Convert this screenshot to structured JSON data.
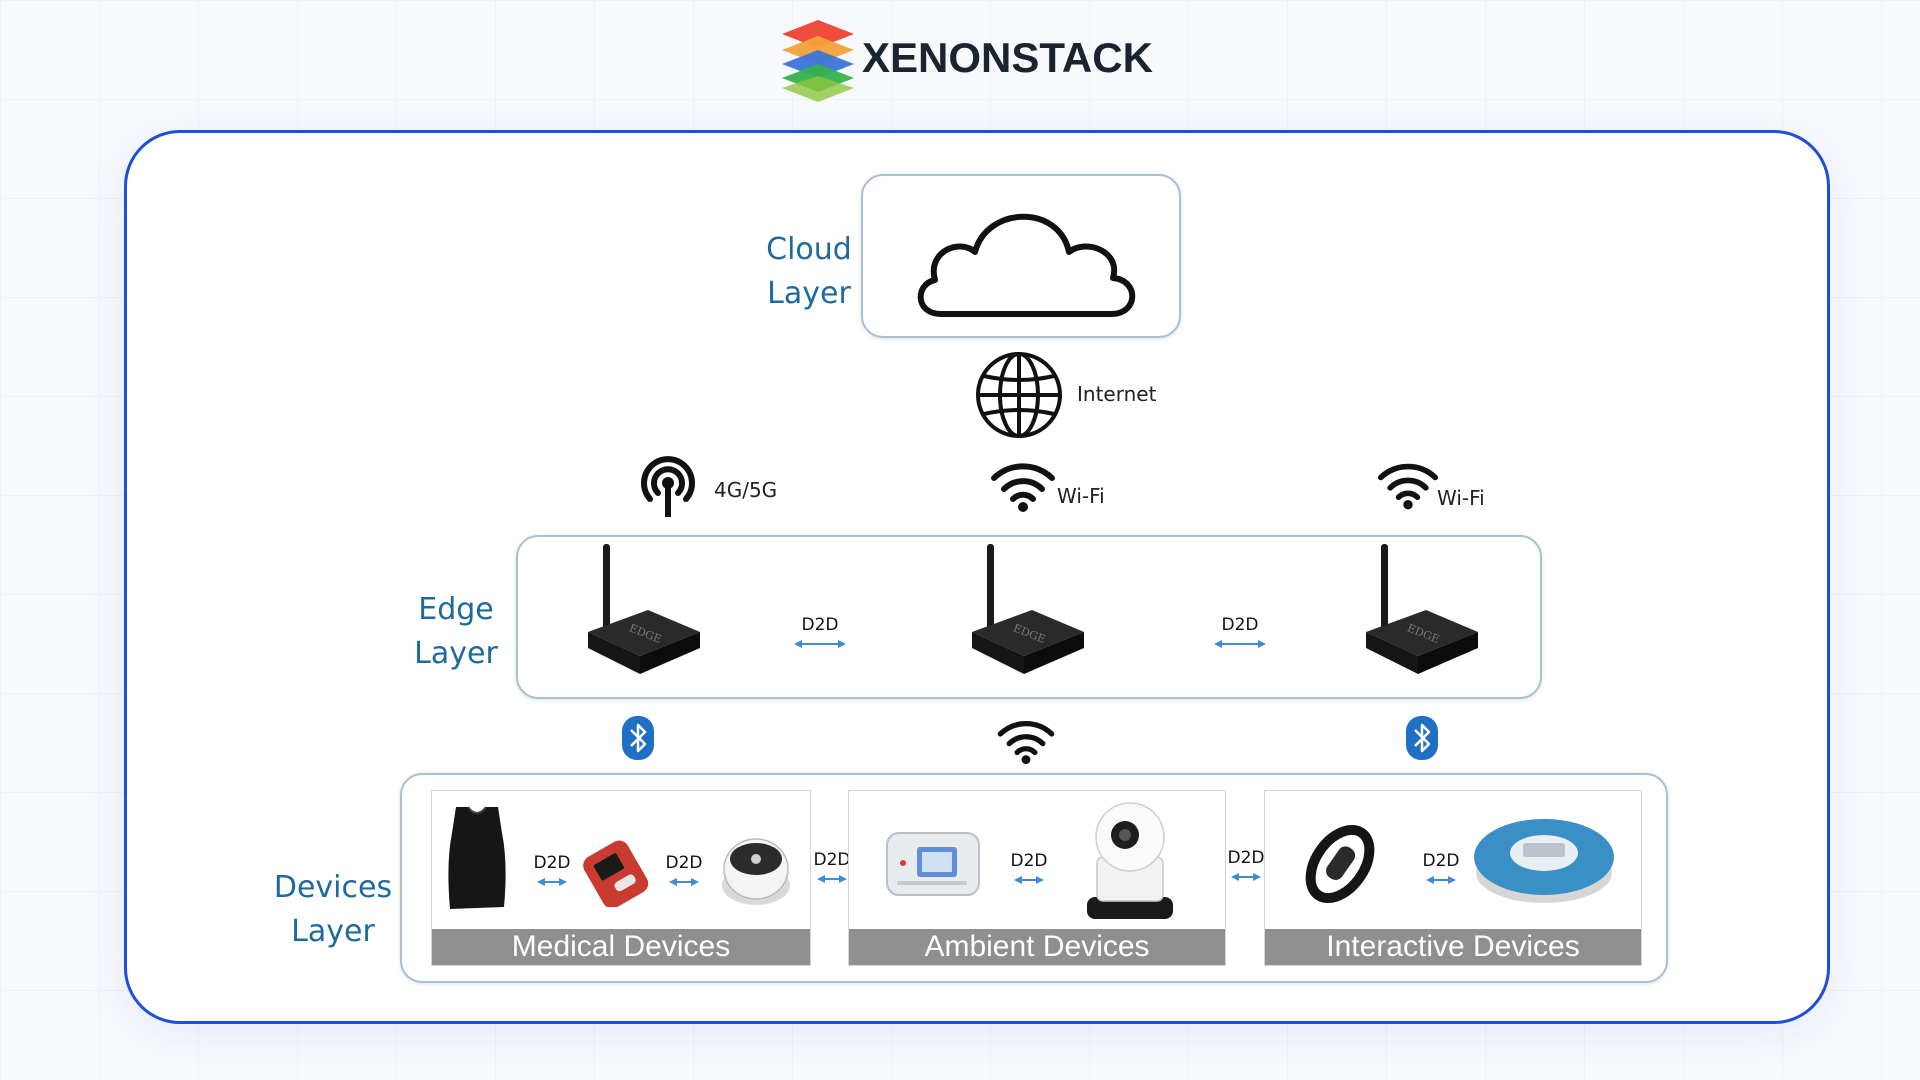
{
  "brand": {
    "name": "XENONSTACK"
  },
  "layers": {
    "cloud": {
      "label_line1": "Cloud",
      "label_line2": "Layer",
      "icon": "cloud-icon"
    },
    "edge": {
      "label_line1": "Edge",
      "label_line2": "Layer",
      "device_label": "EDGE"
    },
    "devices": {
      "label_line1": "Devices",
      "label_line2": "Layer"
    }
  },
  "connections": {
    "internet": "Internet",
    "uplinks": [
      "4G/5G",
      "Wi-Fi",
      "Wi-Fi"
    ],
    "d2d": "D2D"
  },
  "device_groups": [
    {
      "name": "Medical Devices",
      "items": [
        "vest",
        "pulse-oximeter",
        "scale"
      ]
    },
    {
      "name": "Ambient Devices",
      "items": [
        "wall-panel",
        "camera"
      ]
    },
    {
      "name": "Interactive Devices",
      "items": [
        "fitness-band",
        "smart-ring"
      ]
    }
  ],
  "colors": {
    "card_border": "#1f4fd6",
    "label_text": "#1e6a9c",
    "box_border": "#a9bfd4",
    "arrow": "#3f8bd6",
    "bluetooth": "#1f6fc4",
    "panel_bar": "#8f8f8f"
  }
}
